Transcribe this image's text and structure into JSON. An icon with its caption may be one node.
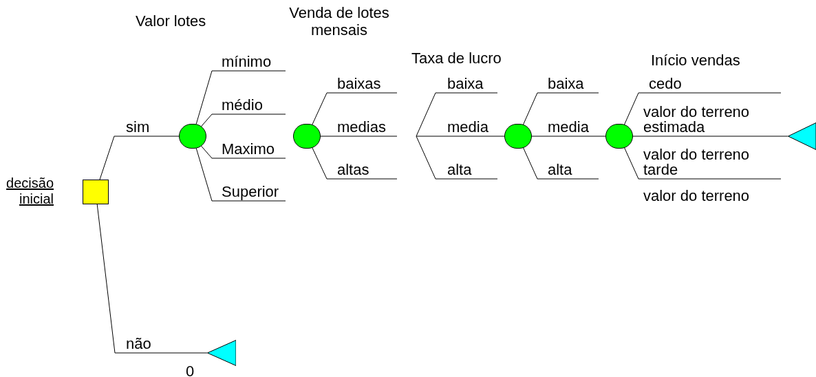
{
  "diagram": {
    "nodes": [
      {
        "text": [],
        "shape": "box",
        "beside": [
          "decisão inicial"
        ]
      },
      {
        "text": [],
        "shape": "circle"
      },
      {
        "text": [],
        "shape": "circle"
      },
      {
        "text": [],
        "shape": "circle"
      },
      {
        "text": [],
        "shape": "circle"
      },
      {
        "text": [],
        "shape": "triangle"
      },
      {
        "text": [],
        "shape": "triangle"
      }
    ],
    "edges": [
      {
        "from": 0,
        "to": 1,
        "arrow": "none",
        "label": "sim"
      },
      {
        "from": 0,
        "to": 6,
        "arrow": "none",
        "label": "não"
      },
      {
        "from": 1,
        "to": null,
        "arrow": "none",
        "label": "mínimo"
      },
      {
        "from": 1,
        "to": null,
        "arrow": "none",
        "label": "médio"
      },
      {
        "from": 1,
        "to": null,
        "arrow": "none",
        "label": "Maximo"
      },
      {
        "from": 1,
        "to": null,
        "arrow": "none",
        "label": "Superior"
      },
      {
        "from": 2,
        "to": null,
        "arrow": "none",
        "label": "baixas"
      },
      {
        "from": 2,
        "to": null,
        "arrow": "none",
        "label": "medias"
      },
      {
        "from": 2,
        "to": null,
        "arrow": "none",
        "label": "altas"
      },
      {
        "from": null,
        "to": 3,
        "arrow": "none",
        "label": "media"
      },
      {
        "from": 3,
        "to": null,
        "arrow": "none",
        "label": "baixa"
      },
      {
        "from": 3,
        "to": 4,
        "arrow": "none",
        "label": "media"
      },
      {
        "from": 3,
        "to": null,
        "arrow": "none",
        "label": "alta"
      },
      {
        "from": 4,
        "to": null,
        "arrow": "none",
        "label": "cedo"
      },
      {
        "from": 4,
        "to": 5,
        "arrow": "none",
        "label": "valor do terreno estimada"
      },
      {
        "from": 4,
        "to": null,
        "arrow": "none",
        "label": "valor do terreno tarde"
      }
    ],
    "labels": [
      "Valor lotes",
      "Venda de lotes mensais",
      "Taxa de lucro",
      "Início vendas",
      "baixa",
      "alta",
      "valor do terreno",
      "0"
    ]
  }
}
